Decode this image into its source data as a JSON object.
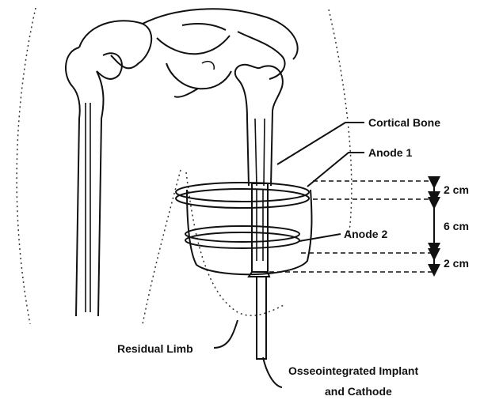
{
  "labels": {
    "cortical_bone": "Cortical Bone",
    "anode_1": "Anode 1",
    "anode_2": "Anode 2",
    "residual_limb": "Residual Limb",
    "implant_line1": "Osseointegrated Implant",
    "implant_line2": "and Cathode"
  },
  "dimensions": {
    "top_gap": "2 cm",
    "middle_gap": "6 cm",
    "bottom_gap": "2 cm"
  }
}
